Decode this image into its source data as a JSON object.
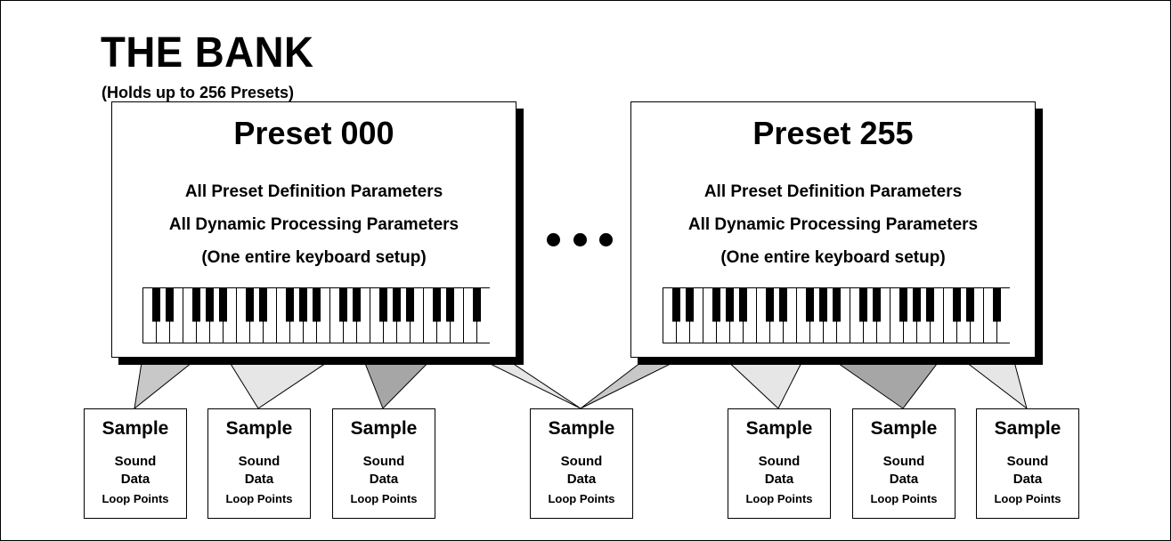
{
  "bank": {
    "title": "THE BANK",
    "subtitle": "(Holds up to 256 Presets)"
  },
  "presets": [
    {
      "title": "Preset 000",
      "line1": "All Preset Definition Parameters",
      "line2": "All Dynamic Processing Parameters",
      "line3": "(One entire keyboard setup)"
    },
    {
      "title": "Preset 255",
      "line1": "All Preset Definition Parameters",
      "line2": "All Dynamic Processing Parameters",
      "line3": "(One entire keyboard setup)"
    }
  ],
  "samples": [
    {
      "title": "Sample",
      "line1": "Sound",
      "line2": "Data",
      "line3": "Loop Points"
    },
    {
      "title": "Sample",
      "line1": "Sound",
      "line2": "Data",
      "line3": "Loop Points"
    },
    {
      "title": "Sample",
      "line1": "Sound",
      "line2": "Data",
      "line3": "Loop Points"
    },
    {
      "title": "Sample",
      "line1": "Sound",
      "line2": "Data",
      "line3": "Loop Points"
    },
    {
      "title": "Sample",
      "line1": "Sound",
      "line2": "Data",
      "line3": "Loop Points"
    },
    {
      "title": "Sample",
      "line1": "Sound",
      "line2": "Data",
      "line3": "Loop Points"
    },
    {
      "title": "Sample",
      "line1": "Sound",
      "line2": "Data",
      "line3": "Loop Points"
    }
  ],
  "colors": {
    "fan_light": "#e6e6e6",
    "fan_mid": "#c8c8c8",
    "fan_dark": "#a6a6a6"
  }
}
